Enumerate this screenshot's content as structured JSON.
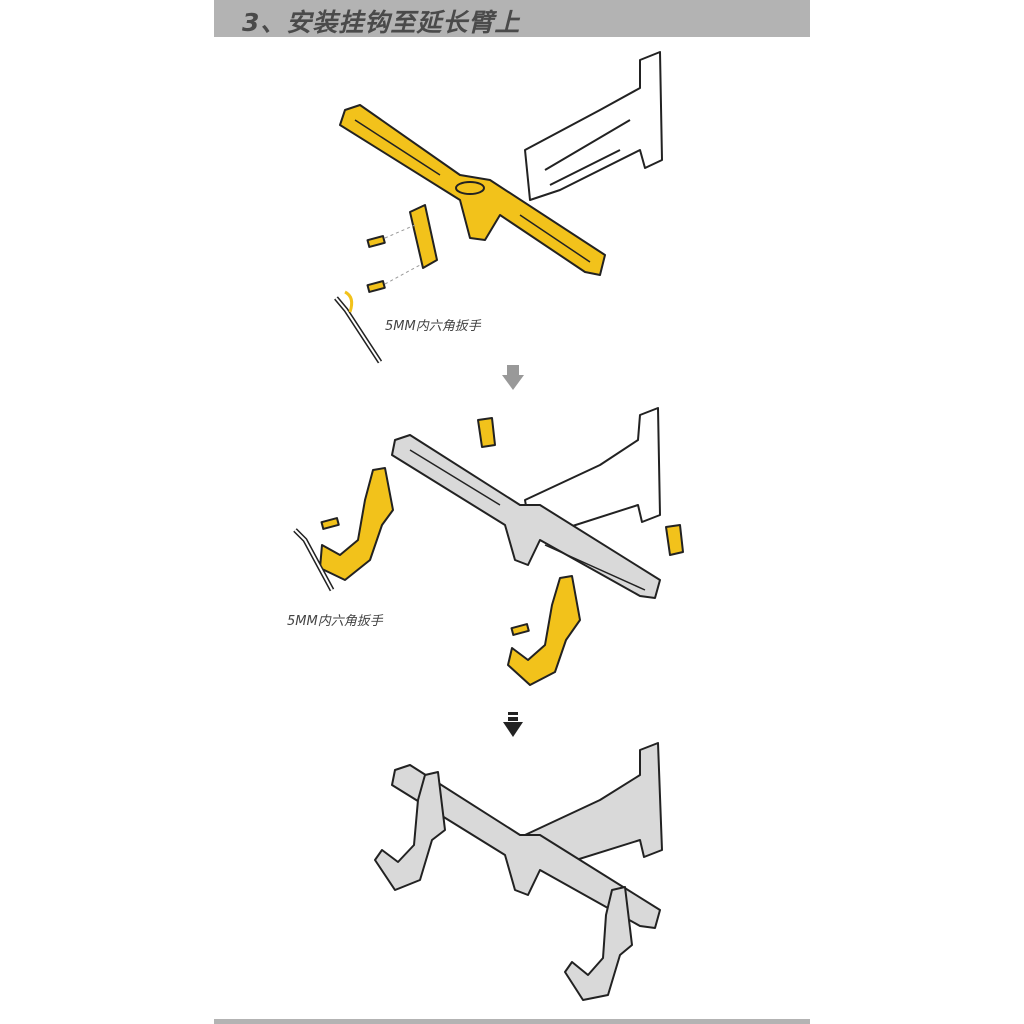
{
  "header": {
    "title": "3、安装挂钩至延长臂上"
  },
  "steps": [
    {
      "tool_label": "5MM内六角扳手"
    },
    {
      "tool_label": "5MM内六角扳手"
    }
  ],
  "colors": {
    "part_highlight": "#f2c21b",
    "assembled": "#d9d9d9",
    "header_bg": "#b3b3b3",
    "arrow": "#222222"
  }
}
